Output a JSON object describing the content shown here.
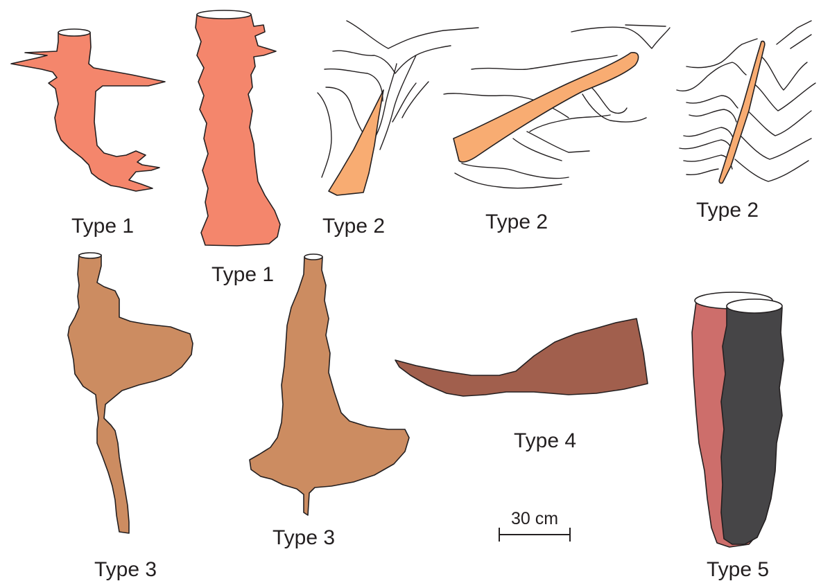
{
  "colors": {
    "type1": "#f4866c",
    "type2": "#f8ac72",
    "type3": "#cc8c61",
    "type4": "#a15f4d",
    "type5_outer": "#cd6e6b",
    "type5_inner": "#464547",
    "outline": "#231f20",
    "background": "#ffffff"
  },
  "labels": {
    "type1_a": "Type 1",
    "type1_b": "Type 1",
    "type2_a": "Type 2",
    "type2_b": "Type 2",
    "type2_c": "Type 2",
    "type3_a": "Type 3",
    "type3_b": "Type 3",
    "type4": "Type 4",
    "type5": "Type 5"
  },
  "scale_bar": {
    "label": "30 cm"
  }
}
